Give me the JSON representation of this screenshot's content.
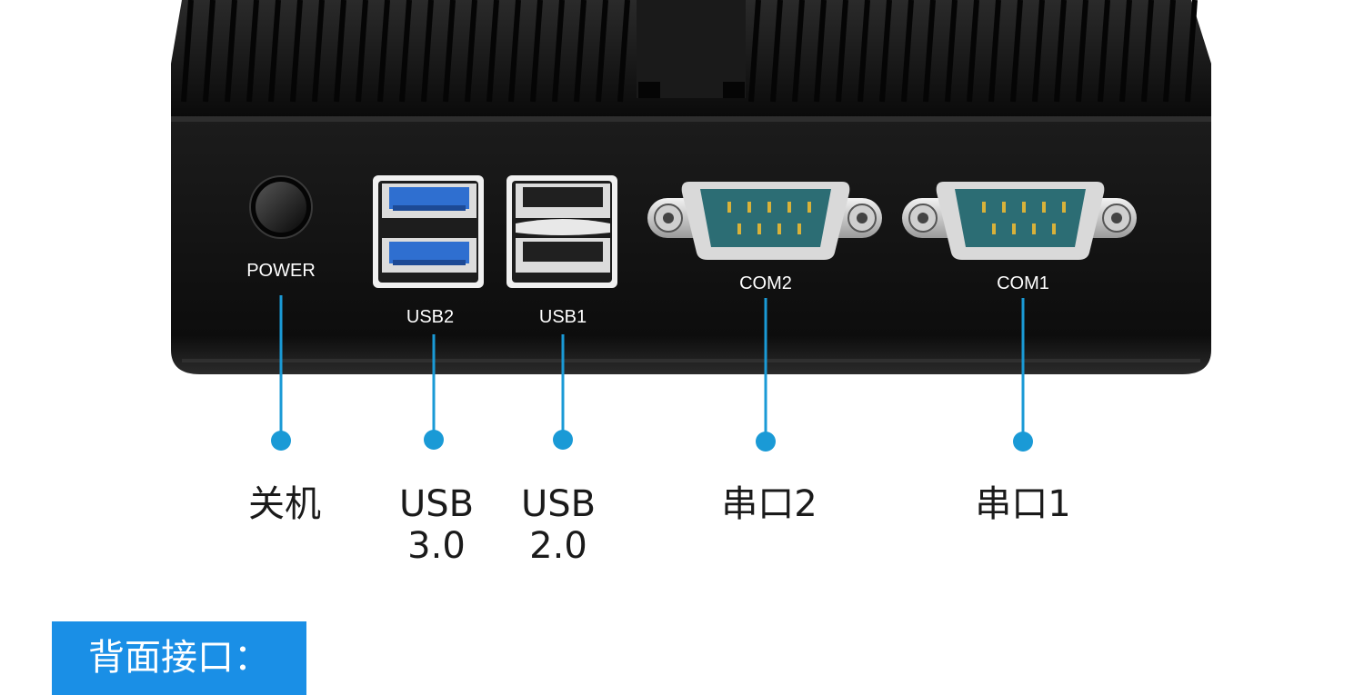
{
  "device_labels": {
    "power": "POWER",
    "usb2": "USB2",
    "usb1": "USB1",
    "com2": "COM2",
    "com1": "COM1"
  },
  "callouts": {
    "power": "关机",
    "usb30_line1": "USB",
    "usb30_line2": "3.0",
    "usb20_line1": "USB",
    "usb20_line2": "2.0",
    "serial2": "串口2",
    "serial1": "串口1"
  },
  "section_title": "背面接口：",
  "colors": {
    "accent": "#1a9ad6",
    "title_bg": "#1a8fe6",
    "chassis": "#141414",
    "usb3_blue": "#2f6fd0",
    "db9_teal": "#2c6d74"
  }
}
